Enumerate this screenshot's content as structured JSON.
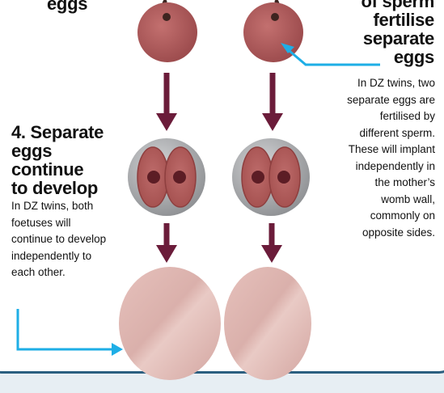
{
  "colors": {
    "panel_border": "#2b5f80",
    "arrow": "#6b1c3a",
    "pointer": "#1eaee6",
    "egg": "#b05a5c",
    "capsule": "#9fa1a4",
    "foetus": "#dcb2ae"
  },
  "left_heading_top": "eggs",
  "right_heading": {
    "line1": "of sperm",
    "line2": "fertilise",
    "line3": "separate",
    "line4": "eggs"
  },
  "right_body": [
    "In DZ twins, two",
    "separate eggs are",
    "fertilised by",
    "different sperm.",
    "These will implant",
    "independently in",
    "the mother’s",
    "womb wall,",
    "commonly on",
    "opposite sides."
  ],
  "step4": {
    "heading": [
      "4. Separate",
      "eggs",
      "continue",
      "to develop"
    ],
    "body": [
      "In DZ twins, both",
      "foetuses will",
      "continue to develop",
      "independently to",
      "each other."
    ]
  },
  "icons": [
    "sperm-tail-icon",
    "down-arrow-icon",
    "pointer-arrow-icon"
  ]
}
